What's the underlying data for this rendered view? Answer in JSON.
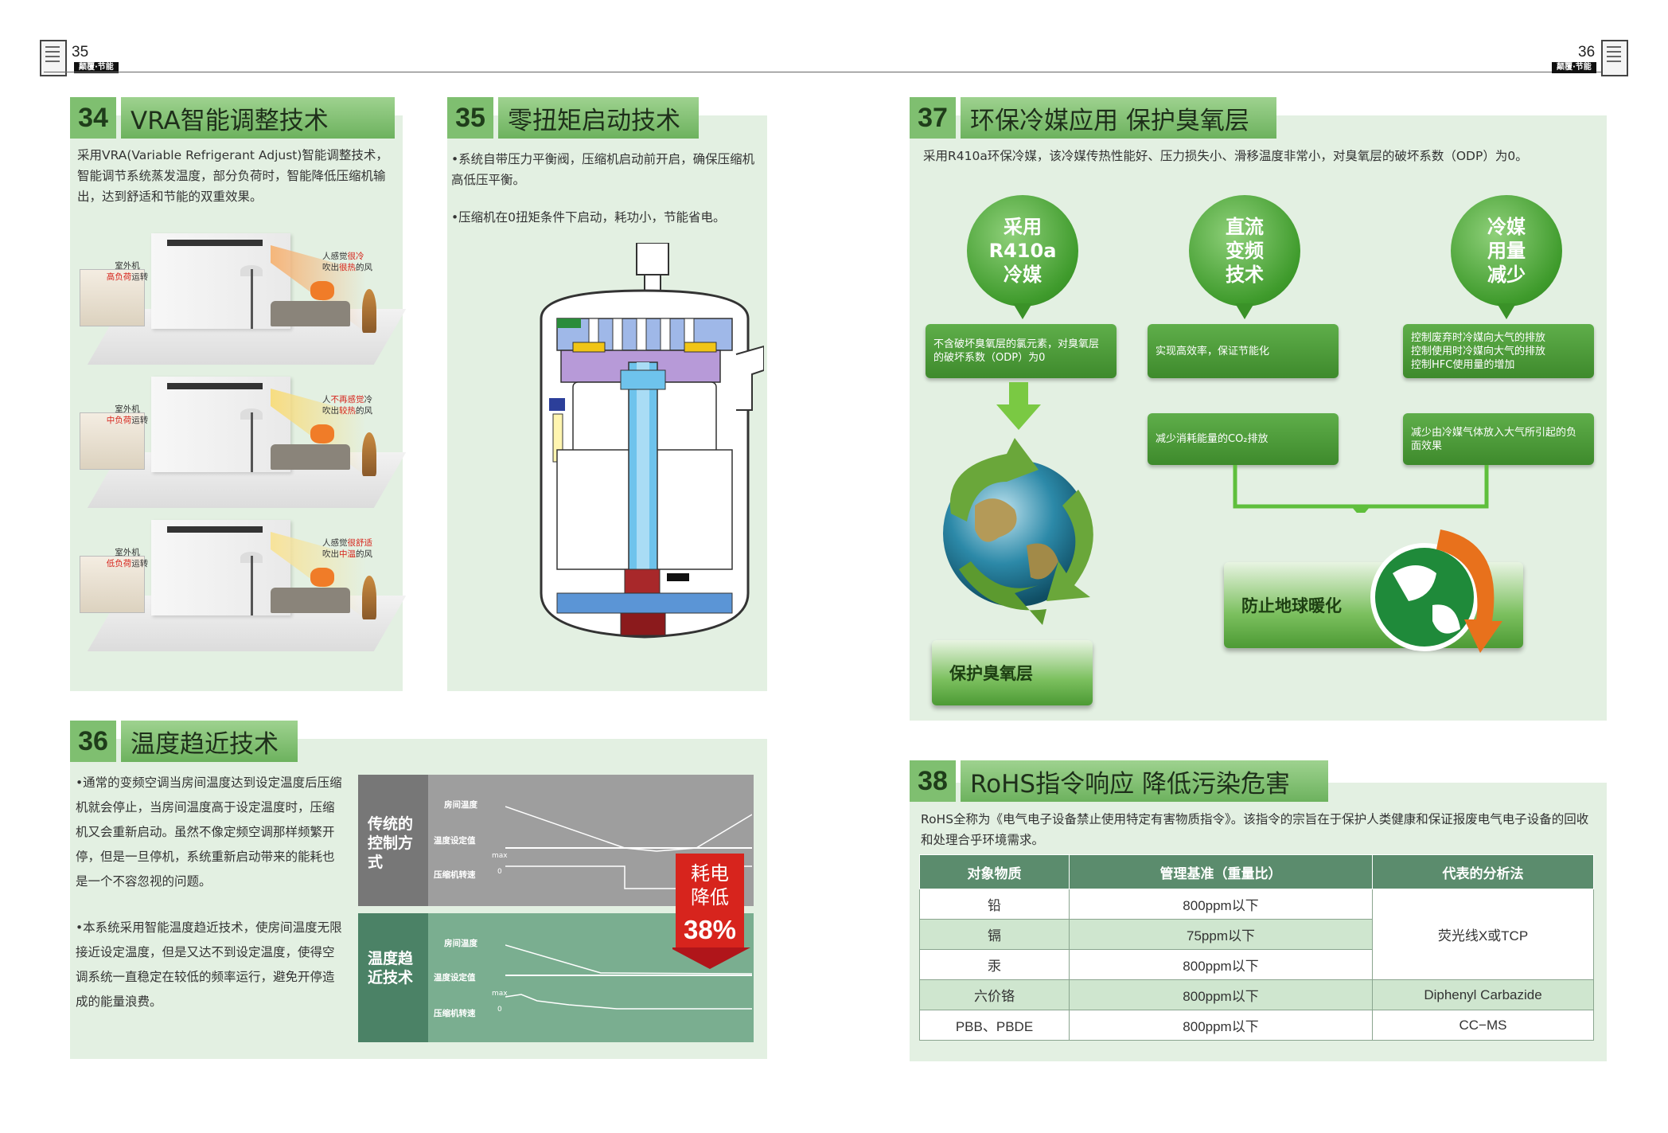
{
  "header": {
    "left_page": "35",
    "right_page": "36",
    "tag": "颠覆·节能"
  },
  "sec34": {
    "num": "34",
    "title": "VRA智能调整技术",
    "text": "采用VRA(Variable Refrigerant Adjust)智能调整技术，智能调节系统蒸发温度，部分负荷时，智能降低压缩机输出，达到舒适和节能的双重效果。",
    "scenes": [
      {
        "unit_l1": "室外机",
        "unit_hl": "高负荷",
        "unit_l2": "运转",
        "p1": "人感觉",
        "p1_hl": "很冷",
        "p2": "吹出",
        "p2_hl": "很热",
        "p2_end": "的风",
        "beam": "#f5b67a"
      },
      {
        "unit_l1": "室外机",
        "unit_hl": "中负荷",
        "unit_l2": "运转",
        "p1": "人",
        "p1_hl": "不再感觉",
        "p1_end": "冷",
        "p2": "吹出",
        "p2_hl": "较热",
        "p2_end": "的风",
        "beam": "#f7dd80"
      },
      {
        "unit_l1": "室外机",
        "unit_hl": "低负荷",
        "unit_l2": "运转",
        "p1": "人感觉",
        "p1_hl": "很舒适",
        "p2": "吹出",
        "p2_hl": "中温",
        "p2_end": "的风",
        "beam": "#f7e39a"
      }
    ]
  },
  "sec35": {
    "num": "35",
    "title": "零扭矩启动技术",
    "bullet1": "•系统自带压力平衡阀，压缩机启动前开启，确保压缩机高低压平衡。",
    "bullet2": "•压缩机在0扭矩条件下启动，耗功小，节能省电。"
  },
  "sec36": {
    "num": "36",
    "title": "温度趋近技术",
    "bullet1": "•通常的变频空调当房间温度达到设定温度后压缩机就会停止，当房间温度高于设定温度时，压缩机又会重新启动。虽然不像定频空调那样频繁开停，但是一旦停机，系统重新启动带来的能耗也是一个不容忽视的问题。",
    "bullet2": "•本系统采用智能温度趋近技术，使房间温度无限接近设定温度，但是又达不到设定温度，使得空调系统一直稳定在较低的频率运行，避免开停造成的能量浪费。",
    "chart": {
      "top_label": "传统的控制方式",
      "bottom_label": "温度趋近技术",
      "row1": "房间温度",
      "row2": "温度设定值",
      "row3": "压缩机转速",
      "max": "max",
      "zero": "0",
      "badge_l1": "耗电",
      "badge_l2": "降低",
      "badge_pct": "38%"
    }
  },
  "sec37": {
    "num": "37",
    "title": "环保冷媒应用  保护臭氧层",
    "text": "采用R410a环保冷媒，该冷媒传热性能好、压力损失小、滑移温度非常小，对臭氧层的破坏系数（ODP）为0。",
    "c1": "采用\nR410a\n冷媒",
    "c2": "直流\n变频\n技术",
    "c3": "冷媒\n用量\n减少",
    "b1": "不含破坏臭氧层的氯元素，对臭氧层的破坏系数（ODP）为0",
    "b2": "实现高效率，保证节能化",
    "b3": "控制废弃时冷媒向大气的排放\n控制使用时冷媒向大气的排放\n控制HFC使用量的增加",
    "b4": "减少消耗能量的CO₂排放",
    "b5": "减少由冷媒气体放入大气所引起的负面效果",
    "btn1": "防止地球暖化",
    "btn2": "保护臭氧层"
  },
  "sec38": {
    "num": "38",
    "title": "RoHS指令响应  降低污染危害",
    "text": "RoHS全称为《电气电子设备禁止使用特定有害物质指令》。该指令的宗旨在于保护人类健康和保证报废电气电子设备的回收和处理合乎环境需求。",
    "headers": [
      "对象物质",
      "管理基准（重量比）",
      "代表的分析法"
    ],
    "rows": [
      {
        "a": "铅",
        "b": "800ppm以下"
      },
      {
        "a": "镉",
        "b": "75ppm以下"
      },
      {
        "a": "汞",
        "b": "800ppm以下"
      },
      {
        "a": "六价铬",
        "b": "800ppm以下",
        "c": "Diphenyl Carbazide"
      },
      {
        "a": "PBB、PBDE",
        "b": "800ppm以下",
        "c": "CC−MS"
      }
    ],
    "merged_method": "荧光线X或TCP"
  }
}
